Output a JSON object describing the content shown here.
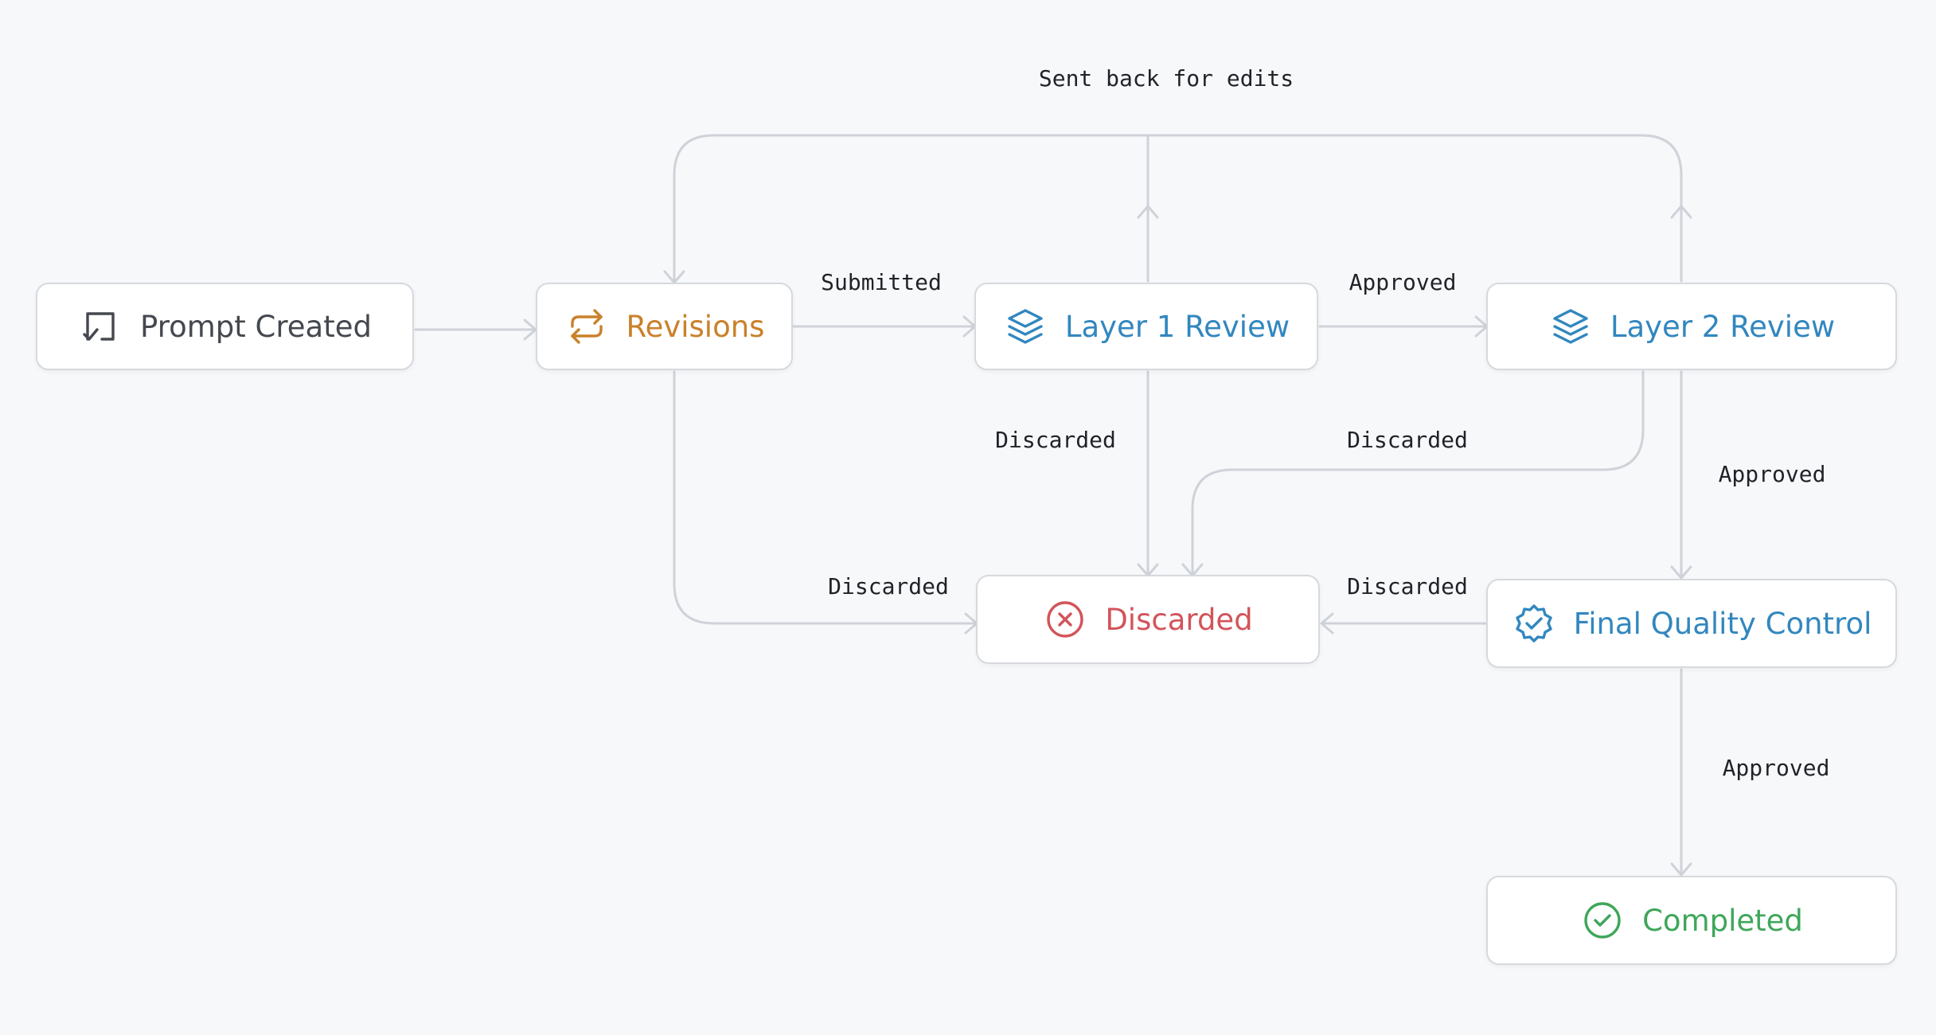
{
  "colors": {
    "neutral": "#44484f",
    "revision": "#c9812a",
    "review": "#3287bf",
    "discarded": "#d2545a",
    "completed": "#3fa65a",
    "edge": "#cfd2d8"
  },
  "nodes": {
    "prompt_created": {
      "label": "Prompt Created",
      "icon": "checked-square-icon",
      "color": "#44484f"
    },
    "revisions": {
      "label": "Revisions",
      "icon": "repeat-arrows-icon",
      "color": "#c9812a"
    },
    "layer1": {
      "label": "Layer 1 Review",
      "icon": "layers-icon",
      "color": "#3287bf"
    },
    "layer2": {
      "label": "Layer 2 Review",
      "icon": "layers-icon",
      "color": "#3287bf"
    },
    "discarded": {
      "label": "Discarded",
      "icon": "x-circle-icon",
      "color": "#d2545a"
    },
    "final_qc": {
      "label": "Final Quality Control",
      "icon": "badge-check-icon",
      "color": "#3287bf"
    },
    "completed": {
      "label": "Completed",
      "icon": "check-circle-icon",
      "color": "#3fa65a"
    }
  },
  "edge_labels": {
    "sent_back": "Sent back for edits",
    "submitted": "Submitted",
    "approved_l1_l2": "Approved",
    "discarded_l1": "Discarded",
    "discarded_l2": "Discarded",
    "approved_l2_qc": "Approved",
    "discarded_revisions": "Discarded",
    "discarded_qc": "Discarded",
    "approved_qc_completed": "Approved"
  }
}
